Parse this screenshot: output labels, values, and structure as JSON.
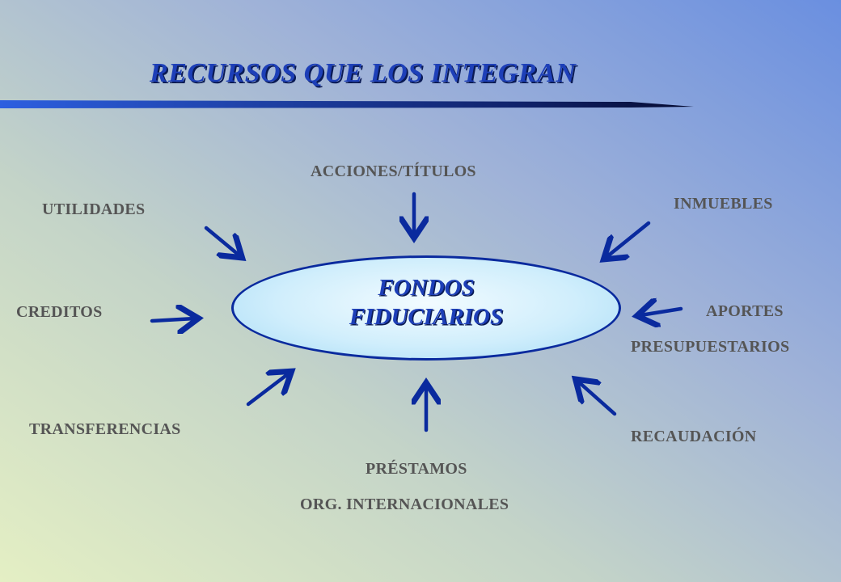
{
  "title": "RECURSOS QUE LOS INTEGRAN",
  "center": {
    "line1": "FONDOS",
    "line2": "FIDUCIARIOS"
  },
  "sources": {
    "acciones": "ACCIONES/TÍTULOS",
    "utilidades": "UTILIDADES",
    "inmuebles": "INMUEBLES",
    "creditos": "CREDITOS",
    "aportes_1": "APORTES",
    "aportes_2": "PRESUPUESTARIOS",
    "transferencias": "TRANSFERENCIAS",
    "recaudacion": "RECAUDACIÓN",
    "prestamos_1": "PRÉSTAMOS",
    "prestamos_2": "ORG. INTERNACIONALES"
  },
  "colors": {
    "arrow": "#0a2a9e",
    "title": "#1d3fb8",
    "label": "#555555"
  }
}
